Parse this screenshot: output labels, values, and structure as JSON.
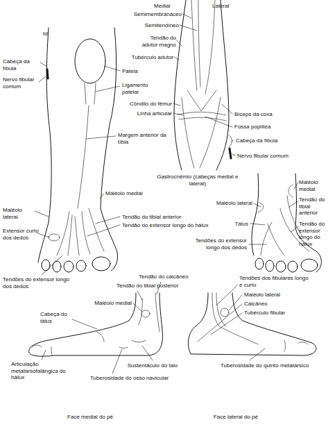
{
  "diagram": {
    "labels": [
      "Medial",
      "Lateral",
      "Semimembranáceo",
      "Semitendíneo",
      "Tendão do adutor magno",
      "Tubérculo adutor",
      "td",
      "Patela",
      "Cabeça da fíbula",
      "Nervo fibular comum",
      "Ligamento patelar",
      "Côndilo do fêmur",
      "Linha articular",
      "Bíceps da coxa",
      "Fossa poplítea",
      "Cabeça da fíbula",
      "Nervo fibular comum",
      "Margem anterior da tíbia",
      "Gastrocnêmio (cabeças medial e lateral)",
      "Maléolo medial",
      "Tendão do tibial anterior",
      "Maléolo medial",
      "Maléolo lateral",
      "Maléolo lateral",
      "Tendão do tibial anterior",
      "Tendão do extensor longo do hálux",
      "Tendão do extensor longo do hálux",
      "Tálus",
      "Extensor curto dos dedos",
      "Tendões do extensor longo dos dedos",
      "Tendões do extensor longo dos dedos",
      "Tendão do calcâneo",
      "Tendões dos fibulares longo e curto",
      "Tendão do tibial posterior",
      "Maléolo lateral",
      "Maléolo medial",
      "Calcâneo",
      "Cabeça do tálus",
      "Tubérculo fibular",
      "Articulação metatarsofalângica do hálux",
      "Tuberosidade do quinto metatársico",
      "Sustentáculo do talo",
      "Tuberosidade do osso navicular",
      "Face medial do pé",
      "Face lateral do pé"
    ]
  }
}
